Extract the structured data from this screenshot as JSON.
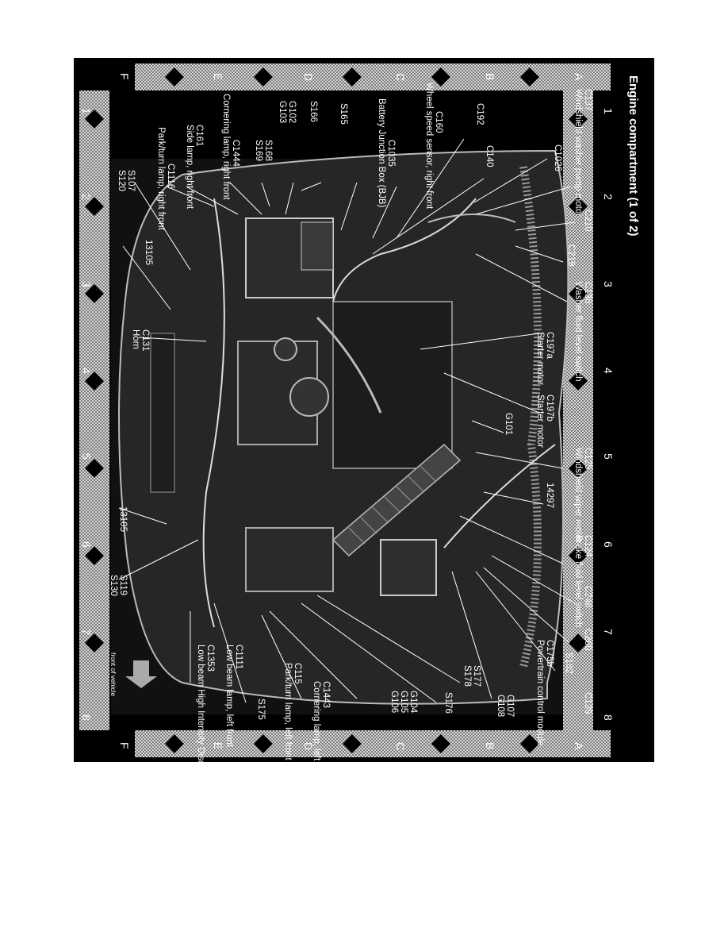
{
  "title": "Engine compartment (1 of 2)",
  "front_note": "front of vehicle",
  "grid": {
    "rows": [
      "A",
      "B",
      "C",
      "D",
      "E",
      "F"
    ],
    "cols": [
      "1",
      "2",
      "3",
      "4",
      "5",
      "6",
      "7",
      "8"
    ]
  },
  "labels": {
    "c137": "C137",
    "c137_desc": "Windshield washer pump motor",
    "c1026": "C1026",
    "c192": "C192",
    "c140": "C140",
    "c210": "C210",
    "c219": "C219",
    "c138": "C138",
    "c138_desc": "Washer fluid level switch",
    "c197a": "C197a",
    "c197a_desc": "Starter motor",
    "c197b": "C197b",
    "c197b_desc": "Starter motor",
    "g101": "G101",
    "c125": "C125",
    "c125_desc": "Windshield wiper motor",
    "n14297": "14297",
    "c124": "C124",
    "c124_desc": "Brake fluid level switch",
    "c248": "C248",
    "c260": "C260",
    "s182": "S182",
    "c139": "C139",
    "c175b": "C175b",
    "c175b_desc": "Powertrain control module",
    "g107": "G107",
    "g108": "G108",
    "s177": "S177",
    "s178": "S178",
    "s176": "S176",
    "c1443": "C1443",
    "c1443_desc": "Cornering lamp, left front",
    "c115": "C115",
    "c115_desc": "Park/turn lamp, left front",
    "g104": "G104",
    "g105": "G105",
    "g106": "G106",
    "c1111": "C1111",
    "c1111_desc": "Low beam lamp, left front",
    "c1353": "C1353",
    "c1353_desc": "Low beam High Intensity Discharge (HID) lamp, left front",
    "s175": "S175",
    "s119": "S119",
    "s130": "S130",
    "n13105a": "13105",
    "n13105b": "13105",
    "c131": "C131",
    "c131_desc": "Horn",
    "s107": "S107",
    "s120": "S120",
    "c1116": "C1116",
    "c1116_desc": "Park/turn lamp, right front",
    "c161": "C161",
    "c161_desc": "Side lamp, right front",
    "c1444": "C1444",
    "c1444_desc": "Cornering lamp, right front",
    "s168": "S168",
    "s169": "S169",
    "c1035": "C1035",
    "c1035_desc": "Battery Junction Box (BJB)",
    "s165": "S165",
    "s166": "S166",
    "g102": "G102",
    "g103": "G103",
    "c160": "C160",
    "c160_desc": "Wheel speed sensor, right front"
  }
}
